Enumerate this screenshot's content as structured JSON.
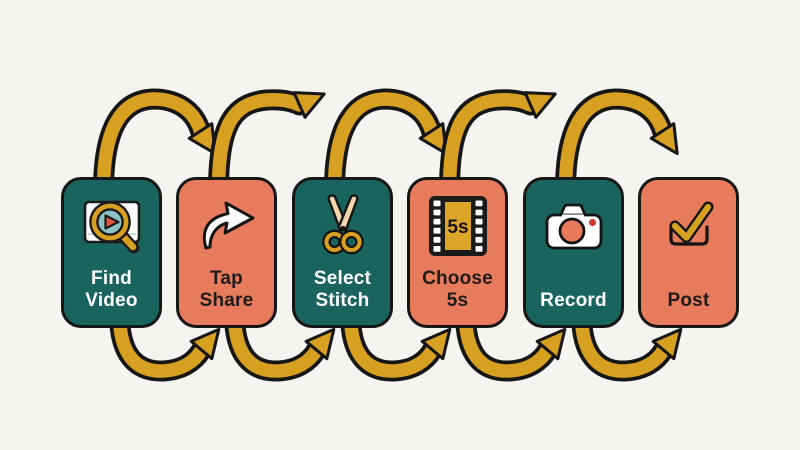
{
  "theme": {
    "background": "#f6f4f1",
    "teal": "#1a645f",
    "orange": "#e87b5b",
    "gold": "#d8a021",
    "outline": "#161616",
    "label_light": "#ffffff",
    "label_dark": "#1c1c1c"
  },
  "steps": [
    {
      "label": "Find Video",
      "icon": "video-search-icon",
      "color": "teal",
      "text_color": "#ffffff"
    },
    {
      "label": "Tap Share",
      "icon": "share-arrow-icon",
      "color": "orange",
      "text_color": "#1c1c1c"
    },
    {
      "label": "Select Stitch",
      "icon": "scissors-icon",
      "color": "teal",
      "text_color": "#ffffff"
    },
    {
      "label": "Choose 5s",
      "icon": "film-strip-icon",
      "color": "orange",
      "text_color": "#1c1c1c",
      "icon_text": "5s"
    },
    {
      "label": "Record",
      "icon": "camera-icon",
      "color": "teal",
      "text_color": "#ffffff"
    },
    {
      "label": "Post",
      "icon": "checkmark-tray-icon",
      "color": "orange",
      "text_color": "#1c1c1c"
    }
  ]
}
